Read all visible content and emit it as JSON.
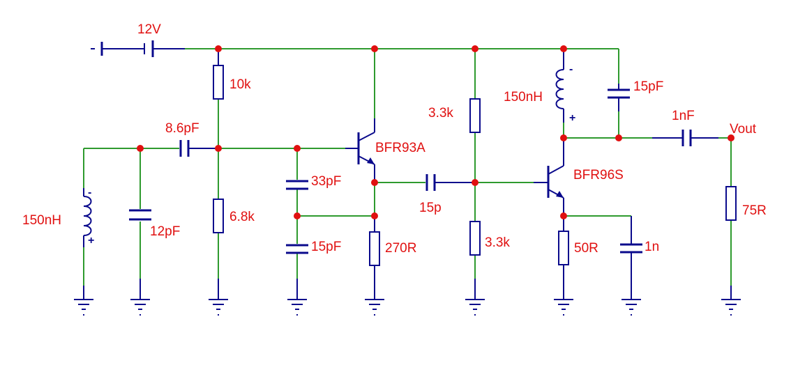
{
  "colors": {
    "wire": "#2e9a2e",
    "component": "#0a0a8c",
    "node": "#e01010",
    "label": "#e01010"
  },
  "labels": {
    "battery": "12V",
    "r_10k": "10k",
    "c_8p6": "8.6pF",
    "l_input": "150nH",
    "c_12p": "12pF",
    "r_6k8": "6.8k",
    "c_33p": "33pF",
    "c_15p_fb": "15pF",
    "q1": "BFR93A",
    "r_270": "270R",
    "c_15p_coupling": "15p",
    "r_3k3_top": "3.3k",
    "r_3k3_bottom": "3.3k",
    "q2": "BFR96S",
    "l_collector": "150nH",
    "c_15pF_top": "15pF",
    "c_1nF": "1nF",
    "vout": "Vout",
    "r_50": "50R",
    "c_1n": "1n",
    "r_75": "75R"
  },
  "polarity": {
    "minus": "-",
    "plus": "+"
  }
}
